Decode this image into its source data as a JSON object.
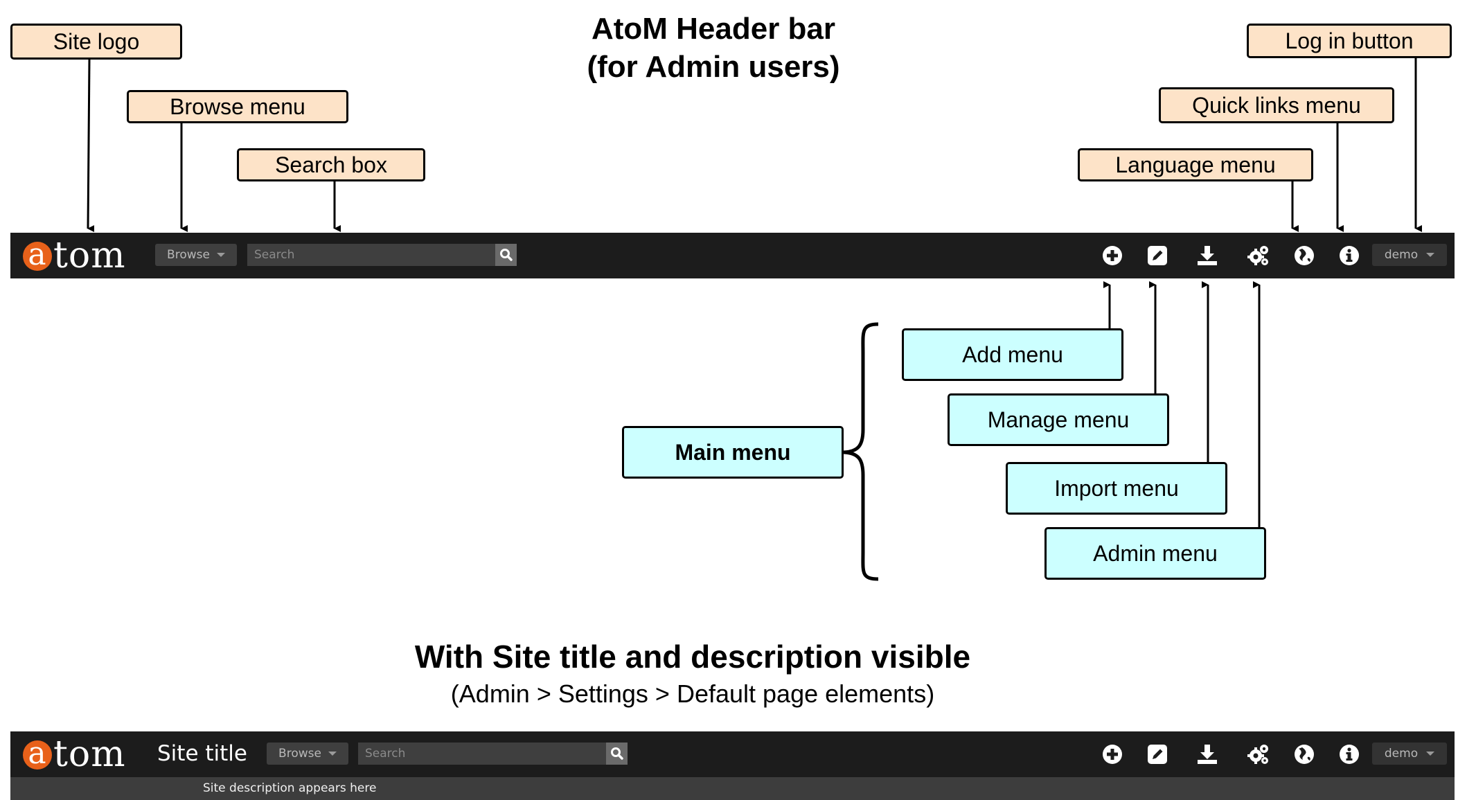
{
  "diagram": {
    "title_line1": "AtoM Header bar",
    "title_line2": "(for Admin users)",
    "subtitle": "With Site title and description visible",
    "subtitle_caption": "(Admin > Settings > Default page elements)"
  },
  "callouts": {
    "site_logo": "Site logo",
    "browse_menu": "Browse menu",
    "search_box": "Search box",
    "log_in_button": "Log in button",
    "quick_links_menu": "Quick links menu",
    "language_menu": "Language menu",
    "add_menu": "Add menu",
    "manage_menu": "Manage menu",
    "import_menu": "Import menu",
    "admin_menu": "Admin menu",
    "main_menu": "Main menu"
  },
  "header": {
    "logo_letter": "a",
    "logo_rest": "tom",
    "browse_label": "Browse",
    "search_placeholder": "Search",
    "user_label": "demo",
    "site_title": "Site title",
    "site_description": "Site description appears here"
  },
  "colors": {
    "callout_peach": "#fde3c8",
    "callout_cyan": "#ccffff",
    "header_bg": "#1c1c1c",
    "logo_accent": "#e8611a"
  },
  "icons": [
    "plus-circle-icon",
    "edit-icon",
    "download-icon",
    "gears-icon",
    "globe-icon",
    "info-icon",
    "search-icon"
  ]
}
